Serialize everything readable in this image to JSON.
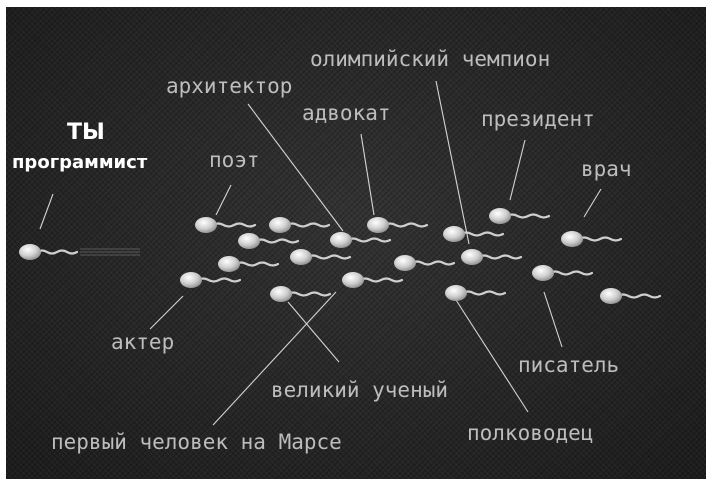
{
  "labels": {
    "you": "ТЫ",
    "programmer": "программист",
    "poet": "поэт",
    "architect": "архитектор",
    "lawyer": "адвокат",
    "olympic_champion": "олимпийский чемпион",
    "president": "президент",
    "doctor": "врач",
    "actor": "актер",
    "great_scientist": "великий ученый",
    "first_man_on_mars": "первый человек на Марсе",
    "commander": "полководец",
    "writer": "писатель"
  },
  "colors": {
    "background": "#282828",
    "sperm": "#cfcfcf",
    "text": "#bdbdbd",
    "highlight_text": "#ffffff",
    "pointer_line": "#d4d4d4"
  }
}
